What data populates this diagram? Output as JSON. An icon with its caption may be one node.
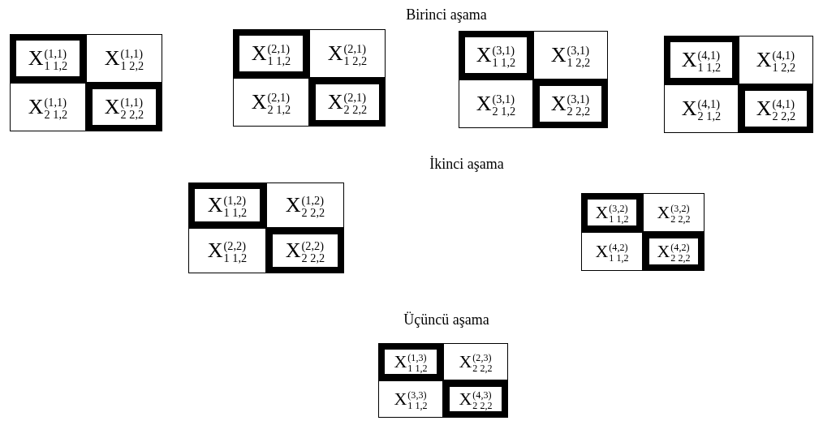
{
  "diagram": {
    "nodes": [
      {
        "text": [
          "X$^{(1,1)}$$_{1 1,2}$"
        ]
      },
      {
        "text": [
          "X$^{(1,1)}$$_{1 2,2}$"
        ]
      },
      {
        "text": [
          "X$^{(1,1)}$$_{2 1,2}$"
        ]
      },
      {
        "text": [
          "X$^{(1,1)}$$_{2 2,2}$"
        ]
      },
      {
        "text": [
          "X$^{(2,1)}$$_{1 1,2}$"
        ]
      },
      {
        "text": [
          "X$^{(2,1)}$$_{1 2,2}$"
        ]
      },
      {
        "text": [
          "X$^{(2,1)}$$_{2 1,2}$"
        ]
      },
      {
        "text": [
          "X$^{(2,1)}$$_{2 2,2}$"
        ]
      },
      {
        "text": [
          "X$^{(3,1)}$$_{1 1,2}$"
        ]
      },
      {
        "text": [
          "X$^{(3,1)}$$_{1 2,2}$"
        ]
      },
      {
        "text": [
          "X$^{(3,1)}$$_{2 1,2}$"
        ]
      },
      {
        "text": [
          "X$^{(3,1)}$$_{2 2,2}$"
        ]
      },
      {
        "text": [
          "X$^{(4,1)}$$_{1 1,2}$"
        ]
      },
      {
        "text": [
          "X$^{(4,1)}$$_{1 2,2}$"
        ]
      },
      {
        "text": [
          "X$^{(4,1)}$$_{2 1,2}$"
        ]
      },
      {
        "text": [
          "X$^{(4,1)}$$_{2 2,2}$"
        ]
      },
      {
        "text": [
          "X$^{(1,2)}$$_{1 1,2}$"
        ]
      },
      {
        "text": [
          "X$^{(1,2)}$$_{2 2,2}$"
        ]
      },
      {
        "text": [
          "X$^{(2,2)}$$_{1 1,2}$"
        ]
      },
      {
        "text": [
          "X$^{(2,2)}$$_{2 2,2}$"
        ]
      },
      {
        "text": [
          "X$^{(3,2)}$$_{1 1,2}$"
        ]
      },
      {
        "text": [
          "X$^{(3,2)}$$_{2 2,2}$"
        ]
      },
      {
        "text": [
          "X$^{(4,2)}$$_{1 1,2}$"
        ]
      },
      {
        "text": [
          "X$^{(4,2)}$$_{2 2,2}$"
        ]
      },
      {
        "text": [
          "X$^{(1,3)}$$_{1 1,2}$"
        ]
      },
      {
        "text": [
          "X$^{(2,3)}$$_{2 2,2}$"
        ]
      },
      {
        "text": [
          "X$^{(3,3)}$$_{1 1,2}$"
        ]
      },
      {
        "text": [
          "X$^{(4,3)}$$_{2 2,2}$"
        ]
      }
    ],
    "edges": [],
    "labels": [
      "Birinci aşama",
      "İkinci aşama",
      "Üçüncü aşama"
    ]
  }
}
